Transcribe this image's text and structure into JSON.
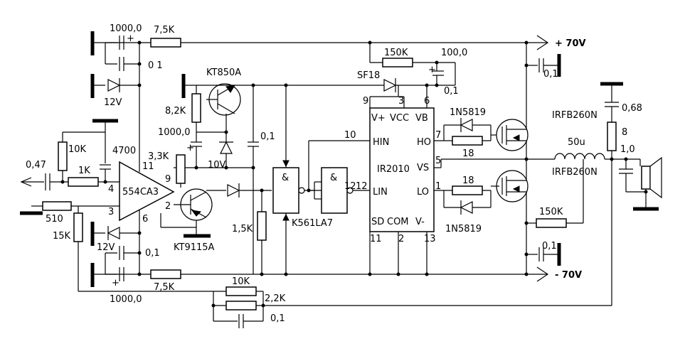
{
  "supply": {
    "pos": "+ 70V",
    "neg": "- 70V"
  },
  "opamp": {
    "label": "554CA3",
    "pin4": "4",
    "pin3": "3",
    "pin11": "11",
    "pin6": "6",
    "pin9": "9",
    "pin2": "2"
  },
  "transistors": {
    "t1": "KT850A",
    "t2": "KT9115A"
  },
  "gate": {
    "label": "K561LA7",
    "symbol": "&",
    "pin12": "12"
  },
  "driver": {
    "label": "IR2010",
    "vplus": "V+",
    "vcc": "VCC",
    "vb": "VB",
    "hin": "HIN",
    "lin": "LIN",
    "ho": "HO",
    "vs": "VS",
    "lo": "LO",
    "sd": "SD",
    "com": "COM",
    "vminus": "V-",
    "p9": "9",
    "p3": "3",
    "p6": "6",
    "p10": "10",
    "p12": "12",
    "p7": "7",
    "p5": "5",
    "p1": "1",
    "p11": "11",
    "p2": "2",
    "p13": "13"
  },
  "labels": {
    "c1000top": "1000,0",
    "r75top": "7,5K",
    "c01a": "0 1",
    "z12top": "12V",
    "r82": "8,2K",
    "c1000mid": "1000,0",
    "z10": "10V",
    "c01b": "0,1",
    "r10k_in": "10K",
    "c4700": "4700",
    "c047": "0,47",
    "r1k": "1K",
    "r33": "3,3K",
    "r510": "510",
    "r15k": "15K",
    "r15k_b": "1,5K",
    "z12bot": "12V",
    "c01c": "0,1",
    "c1000bot": "1000,0",
    "r75bot": "7,5K",
    "r10k_fb": "10K",
    "r22": "2,2K",
    "c01d": "0,1",
    "r150top": "150K",
    "sf18": "SF18",
    "c100": "100,0",
    "c01e": "0,1",
    "d5819a": "1N5819",
    "r18a": "18",
    "r18b": "18",
    "d5819b": "1N5819",
    "mos_hi": "IRFB260N",
    "mos_lo": "IRFB260N",
    "c01f": "0,1",
    "r150bot": "150K",
    "c01g": "0,1",
    "l50": "50u",
    "c068": "0,68",
    "r8": "8",
    "c10": "1,0"
  }
}
